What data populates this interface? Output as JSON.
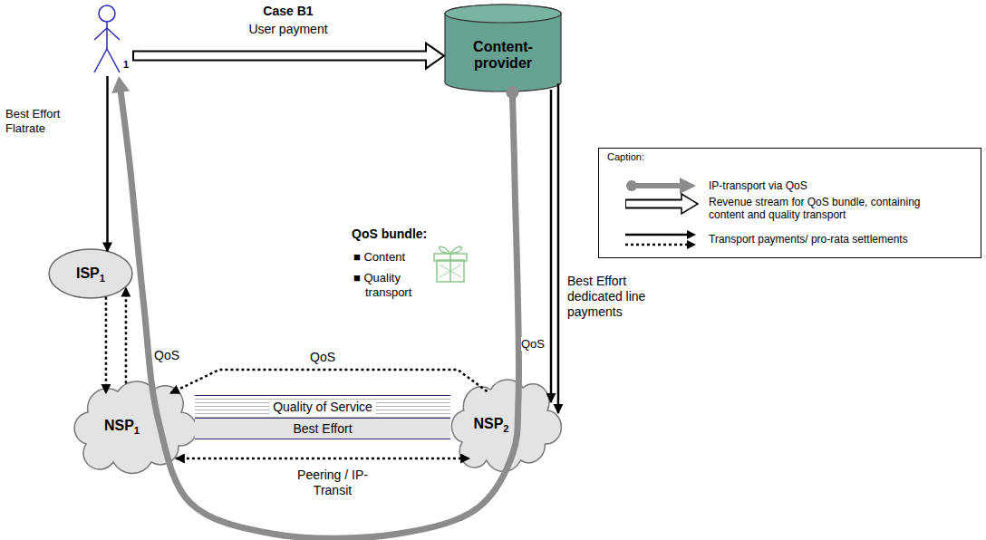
{
  "diagram": {
    "nodes": [
      {
        "text": [
          "1"
        ]
      },
      {
        "text": [
          "Content-provider"
        ]
      },
      {
        "text": [
          "ISP1"
        ]
      },
      {
        "text": [
          "NSP1"
        ]
      },
      {
        "text": [
          "NSP2"
        ]
      },
      {
        "text": [
          "Quality of Service"
        ]
      },
      {
        "text": [
          "Best Effort"
        ]
      }
    ],
    "edges": [
      {
        "from": 0,
        "to": 1,
        "arrow": "to",
        "label": "User payment"
      },
      {
        "from": 0,
        "to": 2,
        "arrow": "to",
        "label": "Best Effort Flatrate"
      },
      {
        "from": 2,
        "to": 3,
        "arrow": "to"
      },
      {
        "from": 3,
        "to": 2,
        "arrow": "to",
        "label": "QoS"
      },
      {
        "from": 4,
        "to": 3,
        "arrow": "to",
        "label": "QoS"
      },
      {
        "from": 1,
        "to": 4,
        "arrow": "to",
        "label": "QoS"
      },
      {
        "from": 1,
        "to": 4,
        "arrow": "to",
        "label": "Best Effort dedicated line payments"
      },
      {
        "from": 3,
        "to": 4,
        "arrow": "both",
        "label": "Peering / IP-Transit"
      },
      {
        "from": 1,
        "to": 0,
        "arrow": "to"
      }
    ],
    "labels": [
      "Case B1",
      "QoS bundle:",
      "■ Content",
      "■ Quality transport",
      "Caption:"
    ],
    "legend": [
      {
        "text": "IP-transport via QoS"
      },
      {
        "text": "Revenue stream for QoS bundle, containing content and quality transport"
      },
      {
        "text": "Transport payments/ pro-rata settlements"
      }
    ]
  }
}
